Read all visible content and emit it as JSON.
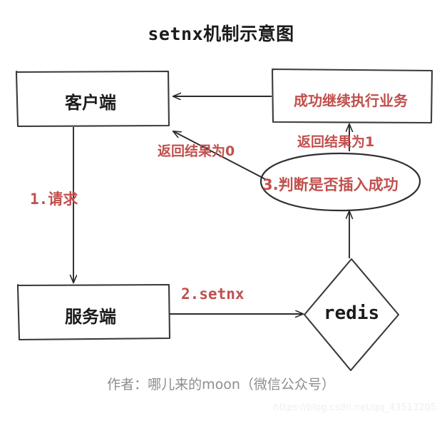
{
  "diagram": {
    "title": "setnx机制示意图",
    "footer": "作者：哪儿来的moon（微信公众号）",
    "watermark": "https://blog.csdn.net/qq_43513205",
    "colors": {
      "ink": "#1b1b1b",
      "accent_red": "#c0504d",
      "footer_gray": "#8d8d8d",
      "watermark_gray": "#eceff0",
      "background": "#ffffff"
    },
    "nodes": [
      {
        "id": "client",
        "label": "客户端",
        "shape": "rect",
        "color": "#1b1b1b"
      },
      {
        "id": "success",
        "label": "成功继续执行业务",
        "shape": "rect",
        "color": "#c0504d"
      },
      {
        "id": "judge",
        "label": "3.判断是否插入成功",
        "shape": "ellipse",
        "color": "#c0504d"
      },
      {
        "id": "server",
        "label": "服务端",
        "shape": "rect",
        "color": "#1b1b1b"
      },
      {
        "id": "redis",
        "label": "redis",
        "shape": "diamond",
        "color": "#1b1b1b"
      }
    ],
    "edges": [
      {
        "id": "e1",
        "from": "client",
        "to": "server",
        "label": "1.请求",
        "direction": "down"
      },
      {
        "id": "e2",
        "from": "server",
        "to": "redis",
        "label": "2.setnx",
        "direction": "right"
      },
      {
        "id": "e3",
        "from": "redis",
        "to": "judge",
        "label": "",
        "direction": "up"
      },
      {
        "id": "e4",
        "from": "judge",
        "to": "success",
        "label": "返回结果为1",
        "direction": "up"
      },
      {
        "id": "e5",
        "from": "judge",
        "to": "client",
        "label": "返回结果为0",
        "direction": "up-left"
      },
      {
        "id": "e6",
        "from": "success",
        "to": "client",
        "label": "",
        "direction": "left"
      }
    ]
  }
}
